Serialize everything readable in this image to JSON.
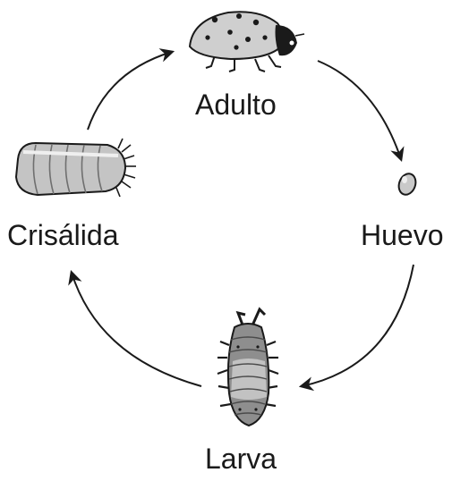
{
  "stages": {
    "adult": "Adulto",
    "egg": "Huevo",
    "larva": "Larva",
    "pupa": "Crisálida"
  },
  "colors": {
    "ink": "#1a1a1a",
    "body_gray": "#c9c9c9",
    "shade_gray": "#9a9a9a"
  }
}
